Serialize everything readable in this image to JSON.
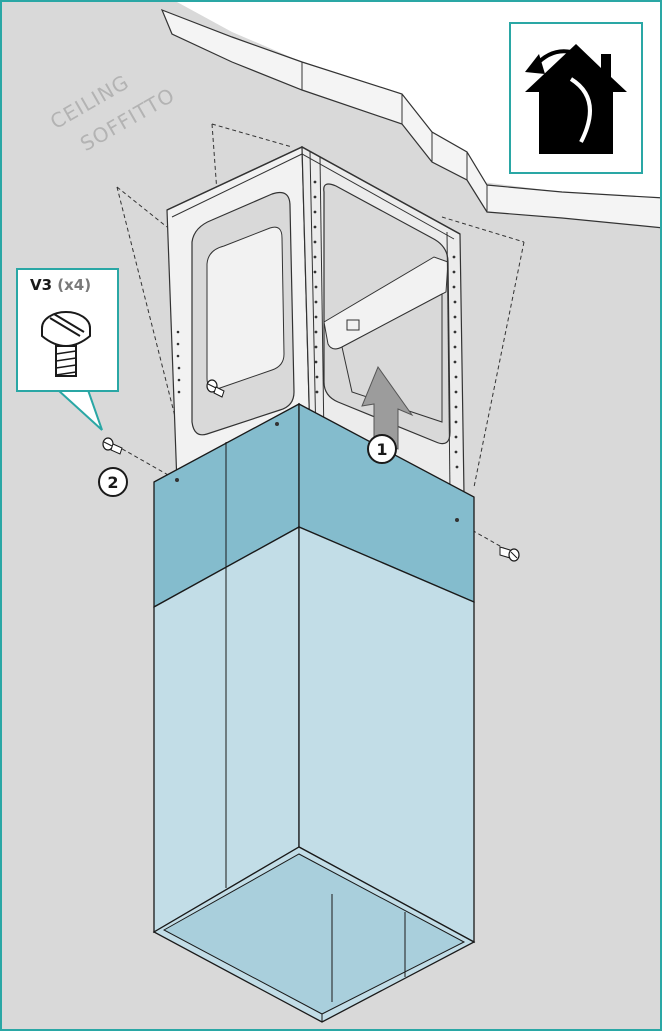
{
  "ceiling_label": {
    "line1": "CEILING",
    "line2": "SOFFITTO"
  },
  "screw": {
    "code": "V3",
    "quantity": "(x4)"
  },
  "steps": {
    "step1": "1",
    "step2": "2"
  },
  "icons": {
    "house": "house-ceiling-install-icon",
    "screw": "slotted-screw-icon",
    "arrow": "up-arrow-icon"
  },
  "colors": {
    "border_accent": "#2aa7a5",
    "panel_dark": "#84bccd",
    "panel_light": "#c2dde7",
    "background": "#d9d9d9",
    "ceiling_label": "#b3b3b3"
  }
}
